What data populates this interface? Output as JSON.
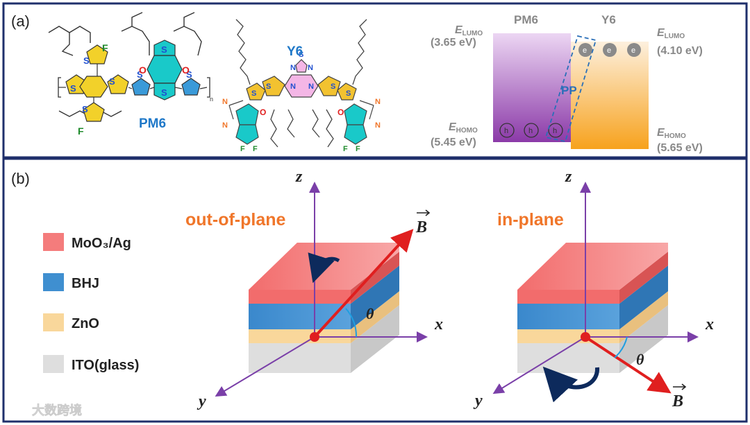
{
  "panel_a": {
    "label": "(a)",
    "pm6": {
      "name": "PM6",
      "atoms": {
        "S": "S",
        "F": "F",
        "O": "O",
        "n": "n"
      }
    },
    "y6": {
      "name": "Y6",
      "atoms": {
        "S": "S",
        "N": "N",
        "O": "O",
        "F": "F"
      }
    },
    "energy": {
      "pm6_label": "PM6",
      "y6_label": "Y6",
      "E": "E",
      "lumo_sub": "LUMO",
      "homo_sub": "HOMO",
      "pm6_lumo": "(3.65 eV)",
      "pm6_homo": "(5.45 eV)",
      "y6_lumo": "(4.10 eV)",
      "y6_homo": "(5.65 eV)",
      "hole": "h",
      "electron": "e",
      "pp": "PP"
    }
  },
  "panel_b": {
    "label": "(b)",
    "legend": [
      {
        "text": "MoO₃/Ag",
        "color": "#f47c7c"
      },
      {
        "text": "BHJ",
        "color": "#3f8fd0"
      },
      {
        "text": "ZnO",
        "color": "#f9d79b"
      },
      {
        "text": "ITO(glass)",
        "color": "#dedede"
      }
    ],
    "out_of_plane": "out-of-plane",
    "in_plane": "in-plane",
    "axes": {
      "x": "x",
      "y": "y",
      "z": "z",
      "B": "B",
      "theta": "θ"
    }
  },
  "watermark": "大数跨境",
  "colors": {
    "frame": "#1f2f6b",
    "orange": "#f0762a",
    "axis": "#7a3fa8",
    "field": "#e01f1f",
    "arrow": "#0d2a5c"
  }
}
